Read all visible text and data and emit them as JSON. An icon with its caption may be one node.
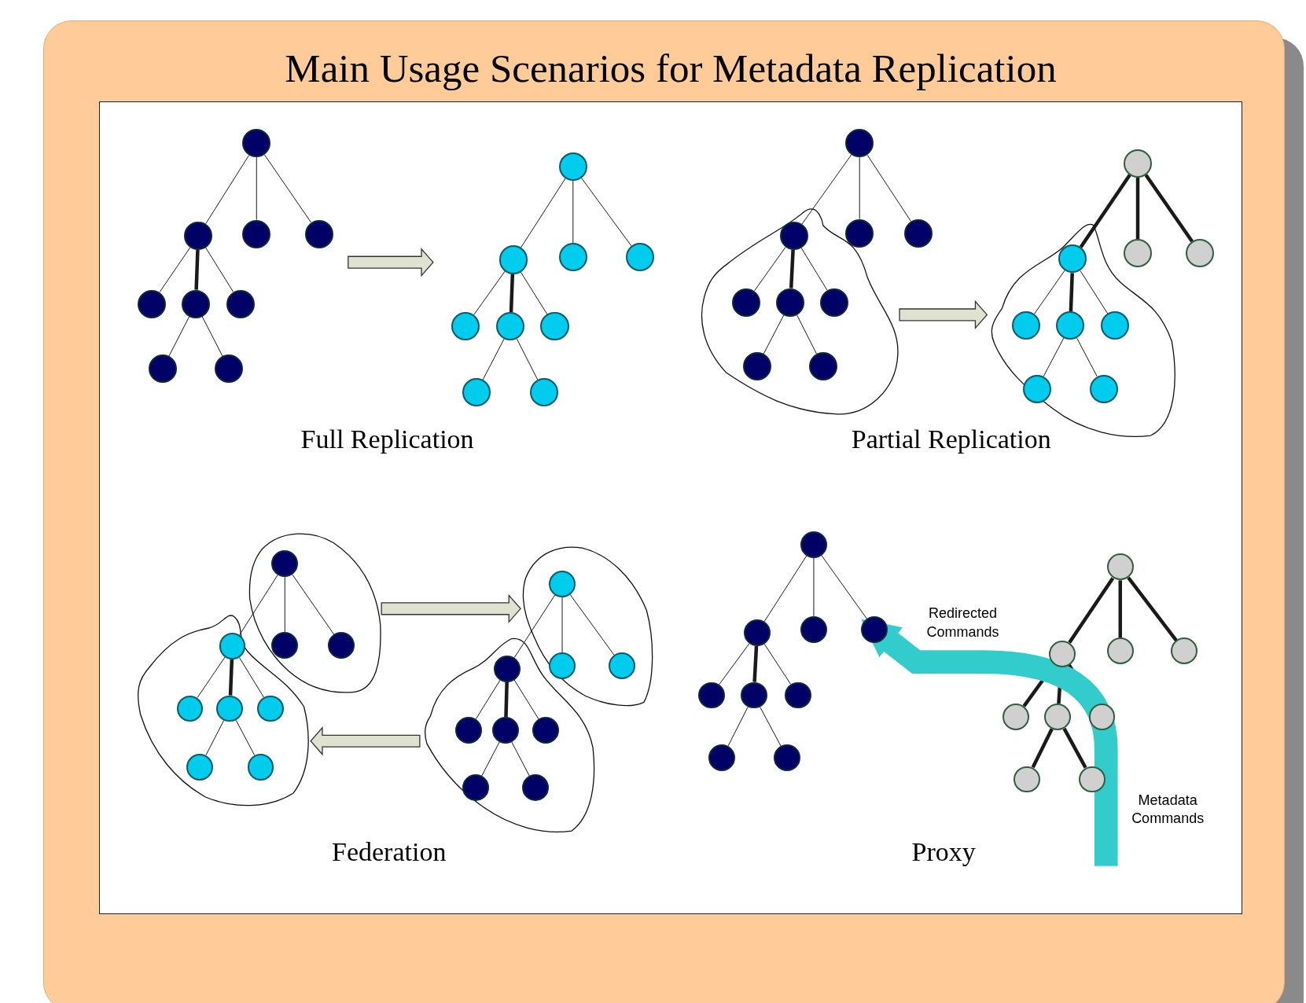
{
  "diagram": {
    "title": "Main Usage Scenarios for Metadata Replication",
    "nodes": [
      {
        "text": [],
        "shape": "circle"
      },
      {
        "text": [],
        "shape": "circle"
      },
      {
        "text": [],
        "shape": "circle"
      },
      {
        "text": [],
        "shape": "circle"
      },
      {
        "text": [],
        "shape": "circle"
      },
      {
        "text": [],
        "shape": "circle"
      },
      {
        "text": [],
        "shape": "circle"
      },
      {
        "text": [],
        "shape": "circle"
      },
      {
        "text": [],
        "shape": "circle"
      },
      {
        "text": [],
        "shape": "circle"
      },
      {
        "text": [],
        "shape": "circle"
      },
      {
        "text": [],
        "shape": "circle"
      },
      {
        "text": [],
        "shape": "circle"
      },
      {
        "text": [],
        "shape": "circle"
      },
      {
        "text": [],
        "shape": "circle"
      },
      {
        "text": [],
        "shape": "circle"
      },
      {
        "text": [],
        "shape": "circle"
      },
      {
        "text": [],
        "shape": "circle"
      },
      {
        "text": [],
        "shape": "cloud"
      },
      {
        "text": [],
        "shape": "circle"
      },
      {
        "text": [],
        "shape": "circle",
        "in": 18
      },
      {
        "text": [],
        "shape": "circle"
      },
      {
        "text": [],
        "shape": "circle"
      },
      {
        "text": [],
        "shape": "circle",
        "in": 18
      },
      {
        "text": [],
        "shape": "circle",
        "in": 18
      },
      {
        "text": [],
        "shape": "circle",
        "in": 18
      },
      {
        "text": [],
        "shape": "circle",
        "in": 18
      },
      {
        "text": [],
        "shape": "circle",
        "in": 18
      },
      {
        "text": [],
        "shape": "cloud"
      },
      {
        "text": [],
        "shape": "circle"
      },
      {
        "text": [],
        "shape": "circle",
        "in": 28
      },
      {
        "text": [],
        "shape": "circle"
      },
      {
        "text": [],
        "shape": "circle"
      },
      {
        "text": [],
        "shape": "circle",
        "in": 28
      },
      {
        "text": [],
        "shape": "circle",
        "in": 28
      },
      {
        "text": [],
        "shape": "circle",
        "in": 28
      },
      {
        "text": [],
        "shape": "circle",
        "in": 28
      },
      {
        "text": [],
        "shape": "circle",
        "in": 28
      },
      {
        "text": [],
        "shape": "cloud"
      },
      {
        "text": [],
        "shape": "cloud"
      },
      {
        "text": [],
        "shape": "circle",
        "in": 39
      },
      {
        "text": [],
        "shape": "circle",
        "in": 38
      },
      {
        "text": [],
        "shape": "circle",
        "in": 39
      },
      {
        "text": [],
        "shape": "circle",
        "in": 39
      },
      {
        "text": [],
        "shape": "circle",
        "in": 38
      },
      {
        "text": [],
        "shape": "circle",
        "in": 38
      },
      {
        "text": [],
        "shape": "circle",
        "in": 38
      },
      {
        "text": [],
        "shape": "circle",
        "in": 38
      },
      {
        "text": [],
        "shape": "circle",
        "in": 38
      },
      {
        "text": [],
        "shape": "cloud"
      },
      {
        "text": [],
        "shape": "cloud"
      },
      {
        "text": [],
        "shape": "circle",
        "in": 49
      },
      {
        "text": [],
        "shape": "circle",
        "in": 50
      },
      {
        "text": [],
        "shape": "circle",
        "in": 49
      },
      {
        "text": [],
        "shape": "circle",
        "in": 49
      },
      {
        "text": [],
        "shape": "circle",
        "in": 50
      },
      {
        "text": [],
        "shape": "circle",
        "in": 50
      },
      {
        "text": [],
        "shape": "circle",
        "in": 50
      },
      {
        "text": [],
        "shape": "circle",
        "in": 50
      },
      {
        "text": [],
        "shape": "circle",
        "in": 50
      },
      {
        "text": [],
        "shape": "circle"
      },
      {
        "text": [],
        "shape": "circle"
      },
      {
        "text": [],
        "shape": "circle"
      },
      {
        "text": [],
        "shape": "circle"
      },
      {
        "text": [],
        "shape": "circle"
      },
      {
        "text": [],
        "shape": "circle"
      },
      {
        "text": [],
        "shape": "circle"
      },
      {
        "text": [],
        "shape": "circle"
      },
      {
        "text": [],
        "shape": "circle"
      },
      {
        "text": [],
        "shape": "circle"
      },
      {
        "text": [],
        "shape": "circle"
      },
      {
        "text": [],
        "shape": "circle"
      },
      {
        "text": [],
        "shape": "circle"
      },
      {
        "text": [],
        "shape": "circle"
      },
      {
        "text": [],
        "shape": "circle"
      },
      {
        "text": [],
        "shape": "circle"
      },
      {
        "text": [],
        "shape": "circle"
      },
      {
        "text": [],
        "shape": "circle"
      }
    ],
    "edges": [
      {
        "from": 0,
        "to": 1,
        "arrow": "none"
      },
      {
        "from": 0,
        "to": 2,
        "arrow": "none"
      },
      {
        "from": 0,
        "to": 3,
        "arrow": "none"
      },
      {
        "from": 1,
        "to": 4,
        "arrow": "none"
      },
      {
        "from": 1,
        "to": 5,
        "arrow": "none",
        "style": "thick"
      },
      {
        "from": 1,
        "to": 6,
        "arrow": "none"
      },
      {
        "from": 5,
        "to": 7,
        "arrow": "none"
      },
      {
        "from": 5,
        "to": 8,
        "arrow": "none"
      },
      {
        "from": 9,
        "to": 10,
        "arrow": "none"
      },
      {
        "from": 9,
        "to": 11,
        "arrow": "none"
      },
      {
        "from": 9,
        "to": 12,
        "arrow": "none"
      },
      {
        "from": 10,
        "to": 13,
        "arrow": "none"
      },
      {
        "from": 10,
        "to": 14,
        "arrow": "none",
        "style": "thick"
      },
      {
        "from": 10,
        "to": 15,
        "arrow": "none"
      },
      {
        "from": 14,
        "to": 16,
        "arrow": "none"
      },
      {
        "from": 14,
        "to": 17,
        "arrow": "none"
      },
      {
        "from": 19,
        "to": 20,
        "arrow": "none"
      },
      {
        "from": 19,
        "to": 21,
        "arrow": "none"
      },
      {
        "from": 19,
        "to": 22,
        "arrow": "none"
      },
      {
        "from": 20,
        "to": 23,
        "arrow": "none"
      },
      {
        "from": 20,
        "to": 24,
        "arrow": "none",
        "style": "thick"
      },
      {
        "from": 20,
        "to": 25,
        "arrow": "none"
      },
      {
        "from": 24,
        "to": 26,
        "arrow": "none"
      },
      {
        "from": 24,
        "to": 27,
        "arrow": "none"
      },
      {
        "from": 29,
        "to": 30,
        "arrow": "none",
        "style": "thick"
      },
      {
        "from": 29,
        "to": 31,
        "arrow": "none",
        "style": "thick"
      },
      {
        "from": 29,
        "to": 32,
        "arrow": "none",
        "style": "thick"
      },
      {
        "from": 30,
        "to": 33,
        "arrow": "none"
      },
      {
        "from": 30,
        "to": 34,
        "arrow": "none",
        "style": "thick"
      },
      {
        "from": 30,
        "to": 35,
        "arrow": "none"
      },
      {
        "from": 34,
        "to": 36,
        "arrow": "none"
      },
      {
        "from": 34,
        "to": 37,
        "arrow": "none"
      },
      {
        "from": 40,
        "to": 41,
        "arrow": "none"
      },
      {
        "from": 40,
        "to": 42,
        "arrow": "none"
      },
      {
        "from": 40,
        "to": 43,
        "arrow": "none"
      },
      {
        "from": 41,
        "to": 44,
        "arrow": "none"
      },
      {
        "from": 41,
        "to": 45,
        "arrow": "none",
        "style": "thick"
      },
      {
        "from": 41,
        "to": 46,
        "arrow": "none"
      },
      {
        "from": 45,
        "to": 47,
        "arrow": "none"
      },
      {
        "from": 45,
        "to": 48,
        "arrow": "none"
      },
      {
        "from": 51,
        "to": 52,
        "arrow": "none"
      },
      {
        "from": 51,
        "to": 53,
        "arrow": "none"
      },
      {
        "from": 51,
        "to": 54,
        "arrow": "none"
      },
      {
        "from": 52,
        "to": 55,
        "arrow": "none"
      },
      {
        "from": 52,
        "to": 56,
        "arrow": "none",
        "style": "thick"
      },
      {
        "from": 52,
        "to": 57,
        "arrow": "none"
      },
      {
        "from": 56,
        "to": 58,
        "arrow": "none"
      },
      {
        "from": 56,
        "to": 59,
        "arrow": "none"
      },
      {
        "from": 60,
        "to": 61,
        "arrow": "none"
      },
      {
        "from": 60,
        "to": 62,
        "arrow": "none"
      },
      {
        "from": 60,
        "to": 63,
        "arrow": "none"
      },
      {
        "from": 61,
        "to": 64,
        "arrow": "none"
      },
      {
        "from": 61,
        "to": 65,
        "arrow": "none",
        "style": "thick"
      },
      {
        "from": 61,
        "to": 66,
        "arrow": "none"
      },
      {
        "from": 65,
        "to": 67,
        "arrow": "none"
      },
      {
        "from": 65,
        "to": 68,
        "arrow": "none"
      },
      {
        "from": 69,
        "to": 70,
        "arrow": "none",
        "style": "thick"
      },
      {
        "from": 69,
        "to": 71,
        "arrow": "none",
        "style": "thick"
      },
      {
        "from": 69,
        "to": 72,
        "arrow": "none",
        "style": "thick"
      },
      {
        "from": 70,
        "to": 73,
        "arrow": "none",
        "style": "thick"
      },
      {
        "from": 70,
        "to": 74,
        "arrow": "none",
        "style": "thick"
      },
      {
        "from": 70,
        "to": 75,
        "arrow": "none",
        "style": "thick"
      },
      {
        "from": 74,
        "to": 76,
        "arrow": "none",
        "style": "thick"
      },
      {
        "from": 74,
        "to": 77,
        "arrow": "none",
        "style": "thick"
      },
      {
        "from": 18,
        "to": 28,
        "arrow": "to"
      },
      {
        "from": 39,
        "to": 49,
        "arrow": "to"
      },
      {
        "from": 50,
        "to": 38,
        "arrow": "to"
      },
      {
        "from": null,
        "to": 63,
        "arrow": "to",
        "style": "thick",
        "color": "#33cccc"
      }
    ],
    "labels": [
      "Full Replication",
      "Partial Replication",
      "Redirected Commands",
      "Federation",
      "Metadata Commands",
      "Proxy"
    ]
  }
}
